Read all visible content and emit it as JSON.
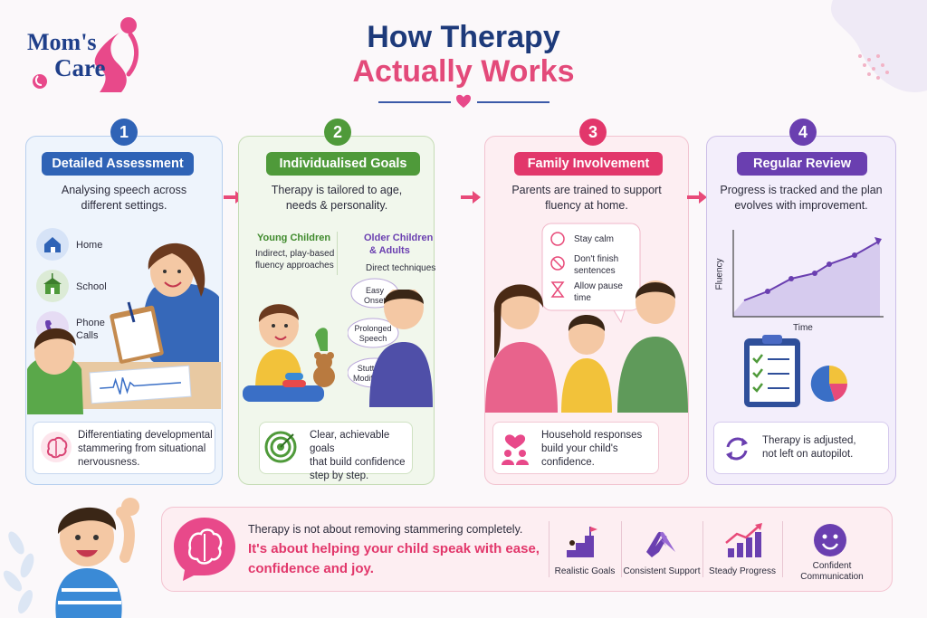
{
  "logo": {
    "line1": "Mom's",
    "line2": "Care"
  },
  "title": {
    "line1": "How Therapy",
    "line2": "Actually Works"
  },
  "steps": [
    {
      "number": "1",
      "heading": "Detailed Assessment",
      "description": [
        "Analysing speech across",
        "different settings."
      ],
      "settings": [
        "Home",
        "School",
        "Phone",
        "Calls"
      ],
      "footer": [
        "Differentiating developmental",
        "stammering from situational",
        "nervousness."
      ]
    },
    {
      "number": "2",
      "heading": "Individualised Goals",
      "description": [
        "Therapy is tailored to age,",
        "needs & personality."
      ],
      "young": {
        "title": "Young Children",
        "line1": "Indirect, play-based",
        "line2": "fluency approaches"
      },
      "older": {
        "title1": "Older Children",
        "title2": "& Adults",
        "line1": "Direct techniques"
      },
      "techniques": [
        [
          "Easy",
          "Onset"
        ],
        [
          "Prolonged",
          "Speech"
        ],
        [
          "Stuttering",
          "Modification"
        ]
      ],
      "footer": [
        "Clear, achievable goals",
        "that build confidence",
        "step by step."
      ]
    },
    {
      "number": "3",
      "heading": "Family Involvement",
      "description": [
        "Parents are trained to support",
        "fluency at home."
      ],
      "tips": [
        "Stay calm",
        "Don't finish",
        "sentences",
        "Allow pause",
        "time"
      ],
      "footer": [
        "Household responses",
        "build your child's",
        "confidence."
      ]
    },
    {
      "number": "4",
      "heading": "Regular Review",
      "description": [
        "Progress is tracked and the plan",
        "evolves with improvement."
      ],
      "chart": {
        "ylabel": "Fluency",
        "xlabel": "Time"
      },
      "footer": [
        "Therapy is adjusted,",
        "not left on autopilot."
      ]
    }
  ],
  "banner": {
    "line1": "Therapy is not about removing stammering completely.",
    "line2": "It's about helping your child speak with ease,",
    "line3": "confidence and joy.",
    "items": [
      "Realistic Goals",
      "Consistent Support",
      "Steady Progress",
      "Confident",
      "Communication"
    ]
  },
  "colors": {
    "blue": "#2f63b6",
    "green": "#4f9a3a",
    "pink": "#e2376b",
    "purple": "#6a3fb0"
  }
}
